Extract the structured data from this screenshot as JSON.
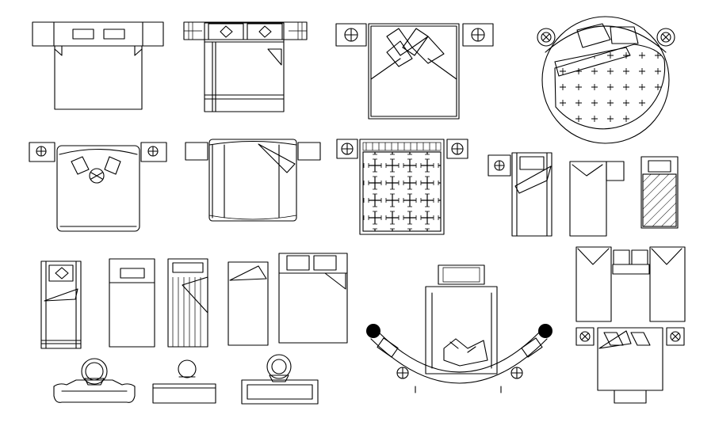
{
  "drawing": {
    "background": "#ffffff",
    "line_color": "#000000",
    "symbols": [
      {
        "name": "double-bed-with-headboard-panel",
        "row": 1
      },
      {
        "name": "double-bed-with-wood-headboard",
        "row": 1
      },
      {
        "name": "double-bed-with-tufted-pillows",
        "row": 1
      },
      {
        "name": "round-bed-with-quilt",
        "row": 1
      },
      {
        "name": "double-bed-with-bolster-pillows",
        "row": 2
      },
      {
        "name": "double-bed-draped-cover",
        "row": 2
      },
      {
        "name": "double-bed-patterned-quilt",
        "row": 2
      },
      {
        "name": "single-bed-with-side-table",
        "row": 2
      },
      {
        "name": "single-bed-folded-corner",
        "row": 2
      },
      {
        "name": "single-bed-hatched-cover",
        "row": 2
      },
      {
        "name": "single-bed-twin-frame",
        "row": 3
      },
      {
        "name": "single-bed-plain",
        "row": 3
      },
      {
        "name": "single-bed-striped",
        "row": 3
      },
      {
        "name": "single-bed-folded-sheet",
        "row": 3
      },
      {
        "name": "double-bed-two-pillows",
        "row": 3
      },
      {
        "name": "curved-bedroom-layout",
        "row": 3
      },
      {
        "name": "twin-beds-and-double-bed-set",
        "row": 3
      },
      {
        "name": "chaise-sofa",
        "row": 4
      },
      {
        "name": "bench-with-stool",
        "row": 4
      },
      {
        "name": "bench-with-chair",
        "row": 4
      }
    ]
  }
}
